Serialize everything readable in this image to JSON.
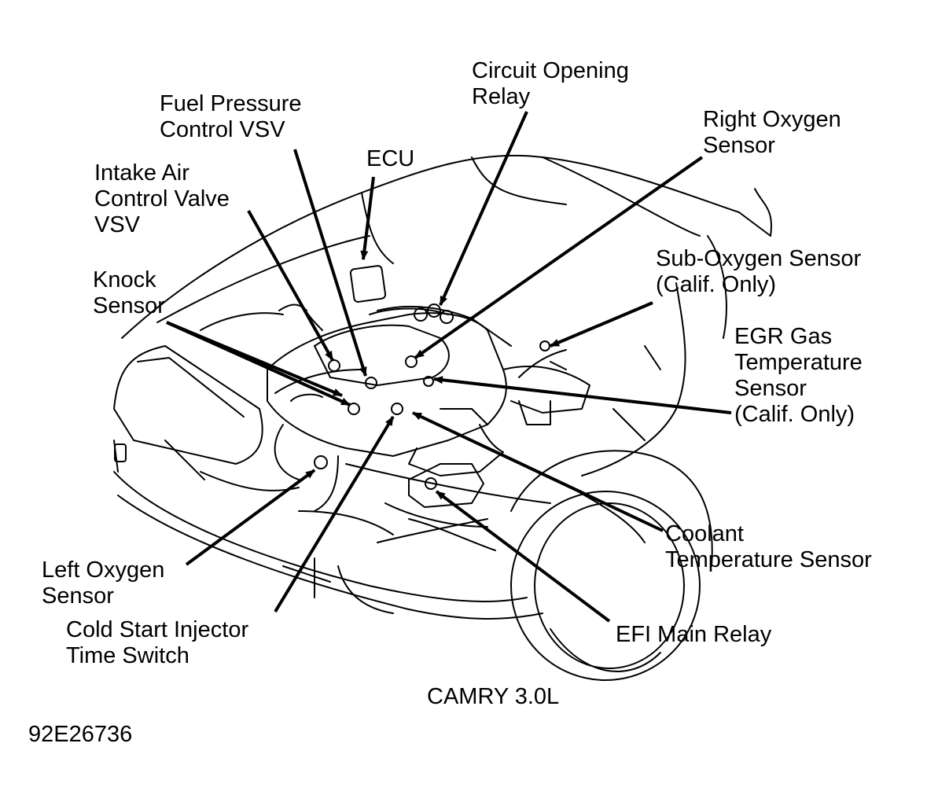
{
  "diagram": {
    "caption": "CAMRY 3.0L",
    "figure_id": "92E26736",
    "labels": {
      "circuit_opening_relay": [
        "Circuit Opening",
        "Relay"
      ],
      "fuel_pressure_control_vsv": [
        "Fuel Pressure",
        "Control VSV"
      ],
      "ecu": [
        "ECU"
      ],
      "right_oxygen_sensor": [
        "Right Oxygen",
        "Sensor"
      ],
      "intake_air_control_valve_vsv": [
        "Intake Air",
        "Control Valve",
        "VSV"
      ],
      "sub_oxygen_sensor": [
        "Sub-Oxygen Sensor",
        "(Calif. Only)"
      ],
      "knock_sensor": [
        "Knock",
        "Sensor"
      ],
      "egr_gas_temperature_sensor": [
        "EGR Gas",
        "Temperature",
        "Sensor",
        "(Calif. Only)"
      ],
      "coolant_temperature_sensor": [
        "Coolant",
        "Temperature Sensor"
      ],
      "left_oxygen_sensor": [
        "Left Oxygen",
        "Sensor"
      ],
      "cold_start_injector_time_switch": [
        "Cold Start Injector",
        "Time Switch"
      ],
      "efi_main_relay": [
        "EFI Main Relay"
      ]
    }
  }
}
